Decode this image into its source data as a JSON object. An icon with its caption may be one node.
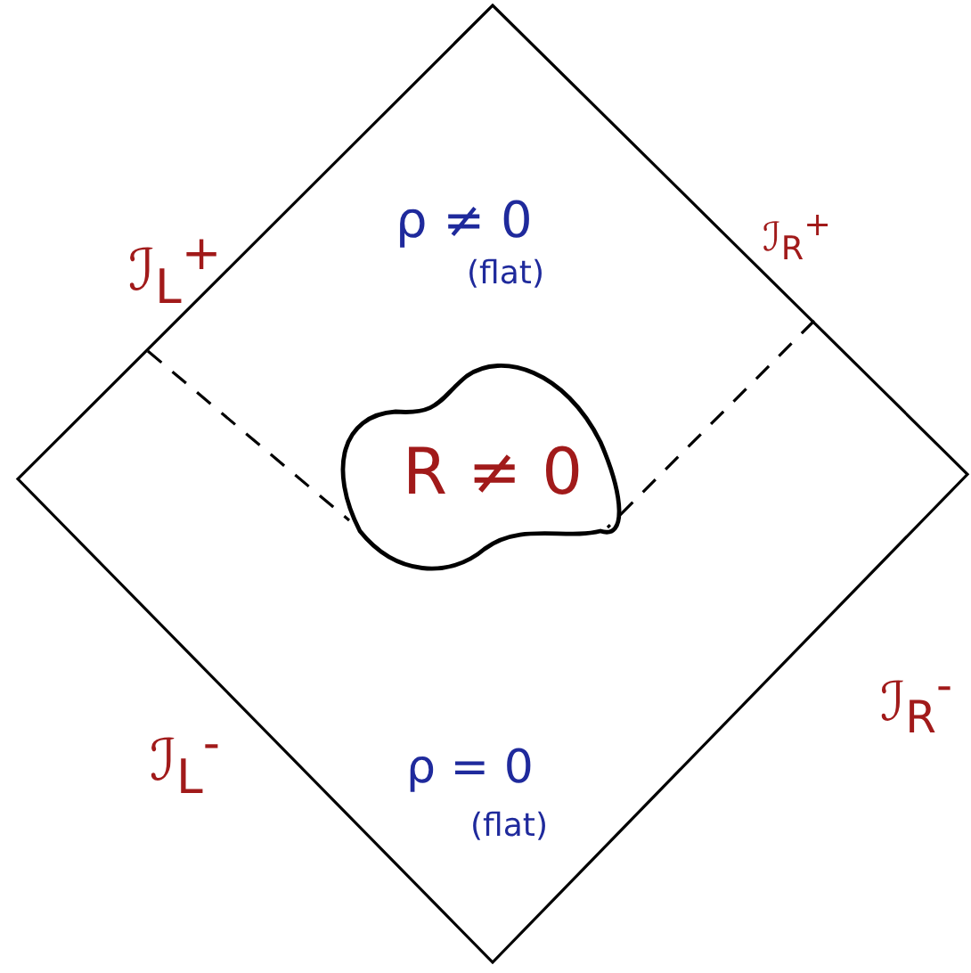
{
  "diagram": {
    "nodes": [
      {
        "text": [],
        "shape": "diamond"
      },
      {
        "text": [
          "R ≠ 0"
        ],
        "in": 0
      }
    ],
    "edges": [
      {
        "from": 0,
        "to": 1,
        "arrow": "none",
        "style": "dashed"
      },
      {
        "from": 0,
        "to": 1,
        "arrow": "none",
        "style": "dashed"
      }
    ],
    "labels": [
      "ℐ$_{L}$$^{+}$",
      "ρ ≠ 0",
      "(flat)",
      "ℐ$_{R}$$^{+}$",
      "ℐ$_{R}$$^{-}$",
      "ℐ$_{L}$$^{-}$",
      "ρ = 0",
      "(flat)"
    ]
  }
}
